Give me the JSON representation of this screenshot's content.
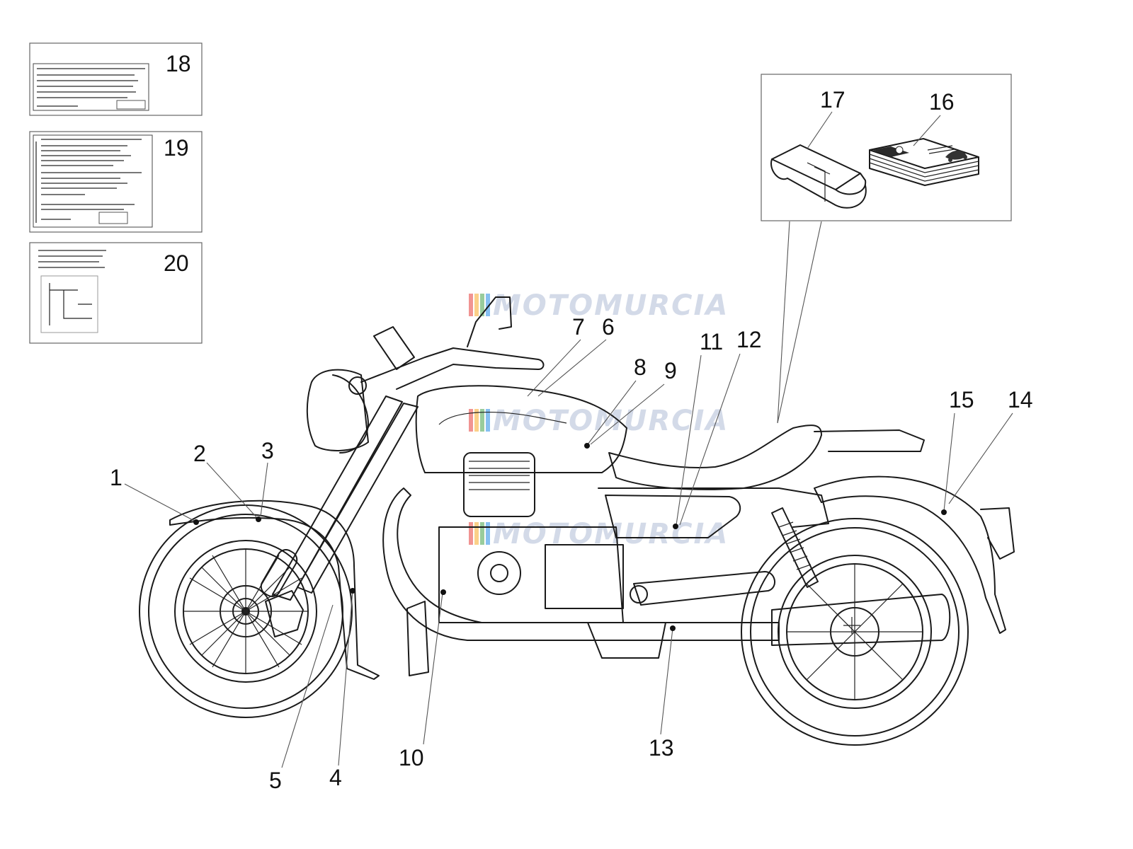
{
  "diagram": {
    "callouts": [
      "1",
      "2",
      "3",
      "4",
      "5",
      "6",
      "7",
      "8",
      "9",
      "10",
      "11",
      "12",
      "13",
      "14",
      "15",
      "16",
      "17",
      "18",
      "19",
      "20"
    ],
    "label_boxes": [
      {
        "number": "18",
        "name": "label-info-panel-18"
      },
      {
        "number": "19",
        "name": "label-info-panel-19"
      },
      {
        "number": "20",
        "name": "label-info-panel-20"
      }
    ],
    "kit_box": {
      "items": [
        "17",
        "16"
      ]
    }
  },
  "watermark": {
    "text": "MOTOMURCIA",
    "colors": [
      "#e53935",
      "#f9a825",
      "#43a047",
      "#1e88e5"
    ]
  },
  "colors": {
    "line": "#1a1a1a",
    "leader": "#555555",
    "watermark": "#cfd6e6"
  }
}
